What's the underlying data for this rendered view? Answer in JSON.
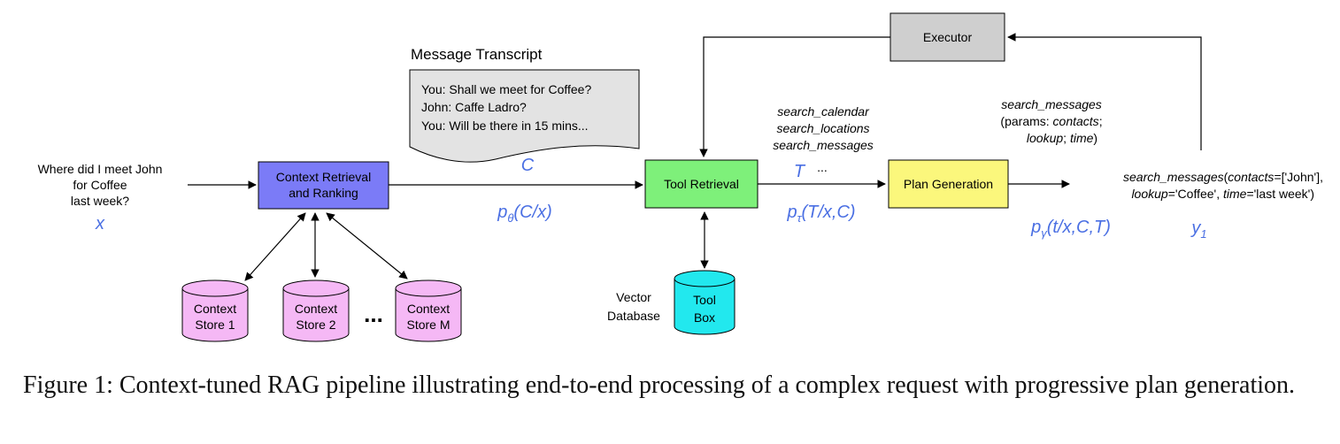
{
  "input": {
    "lines": [
      "Where did I meet John",
      "for Coffee",
      "last week?"
    ],
    "symbol": "x"
  },
  "context_retrieval": {
    "lines": [
      "Context Retrieval",
      "and Ranking"
    ]
  },
  "stores": [
    {
      "lines": [
        "Context",
        "Store 1"
      ]
    },
    {
      "lines": [
        "Context",
        "Store 2"
      ]
    },
    {
      "lines": [
        "Context",
        "Store M"
      ]
    }
  ],
  "stores_ellipsis": "...",
  "transcript": {
    "title": "Message Transcript",
    "lines": [
      "You: Shall we meet for Coffee?",
      "John: Caffe Ladro?",
      "You: Will be there in 15 mins..."
    ],
    "symbol": "C"
  },
  "formula_context": "pθ(C/x)",
  "tool_retrieval": {
    "label": "Tool Retrieval"
  },
  "toolbox": {
    "lines": [
      "Tool",
      "Box"
    ]
  },
  "vector_db": {
    "lines": [
      "Vector",
      "Database"
    ]
  },
  "tools_list": {
    "lines": [
      "search_calendar",
      "search_locations",
      "search_messages"
    ],
    "symbol": "T",
    "ellipsis": "..."
  },
  "formula_tool": "pτ(T/x,C)",
  "executor": {
    "label": "Executor"
  },
  "plan_generation": {
    "label": "Plan Generation"
  },
  "plan_call": {
    "fn": "search_messages",
    "params_prefix": "(params: ",
    "param1": "contacts",
    "param2": "lookup",
    "param3": "time"
  },
  "formula_plan": "pγ(t/x,C,T)",
  "output": {
    "fn": "search_messages",
    "arg_contacts": "contacts",
    "val_contacts": "=['John'],",
    "arg_lookup": "lookup",
    "val_lookup": "='Coffee', ",
    "arg_time": "time",
    "val_time": "='last week')",
    "symbol": "y1"
  },
  "caption": "Figure 1: Context-tuned RAG pipeline illustrating end-to-end processing of a complex request with progressive plan generation.",
  "colors": {
    "context_box": "#7b7bf7",
    "store": "#f5b8f5",
    "transcript": "#e3e3e3",
    "tool_retrieval": "#7ef07a",
    "toolbox": "#22e8ee",
    "executor": "#cfcfcf",
    "plan": "#fbf77c",
    "math": "#4a6fe3"
  }
}
